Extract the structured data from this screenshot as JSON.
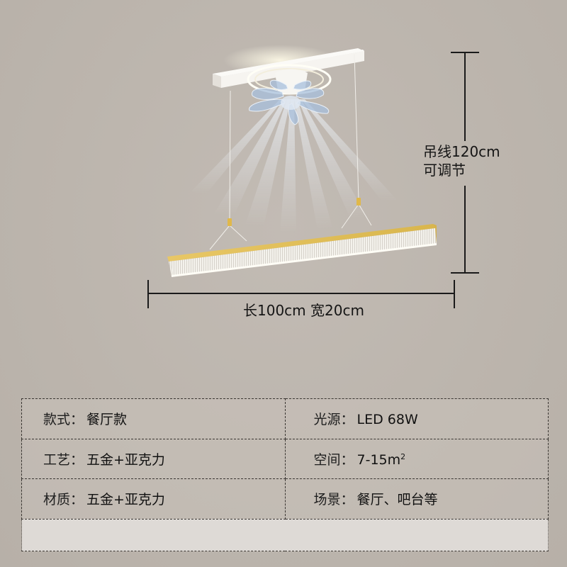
{
  "dimensions": {
    "cable_label_line1": "吊线120cm",
    "cable_label_line2": "可调节",
    "size_label": "长100cm 宽20cm"
  },
  "product": {
    "name": "ceiling-fan-pendant-light",
    "description": "White ceiling bar with blue transparent fan blades and a gold-trimmed acrylic rectangular pendant light",
    "colors": {
      "background": "#bcb5ad",
      "mount": "#f4f2ee",
      "blades": "#9fb8d6",
      "gold": "#e2c25a",
      "acrylic": "#f3f1ea"
    }
  },
  "specs": {
    "rows": [
      {
        "left": {
          "label": "款式：",
          "value": "餐厅款"
        },
        "right": {
          "label": "光源：",
          "value": "LED 68W"
        }
      },
      {
        "left": {
          "label": "工艺：",
          "value": "五金+亚克力"
        },
        "right": {
          "label": "空间：",
          "value": "7-15m",
          "sup": "2"
        }
      },
      {
        "left": {
          "label": "材质：",
          "value": "五金+亚克力"
        },
        "right": {
          "label": "场景：",
          "value": "餐厅、吧台等"
        }
      }
    ]
  }
}
